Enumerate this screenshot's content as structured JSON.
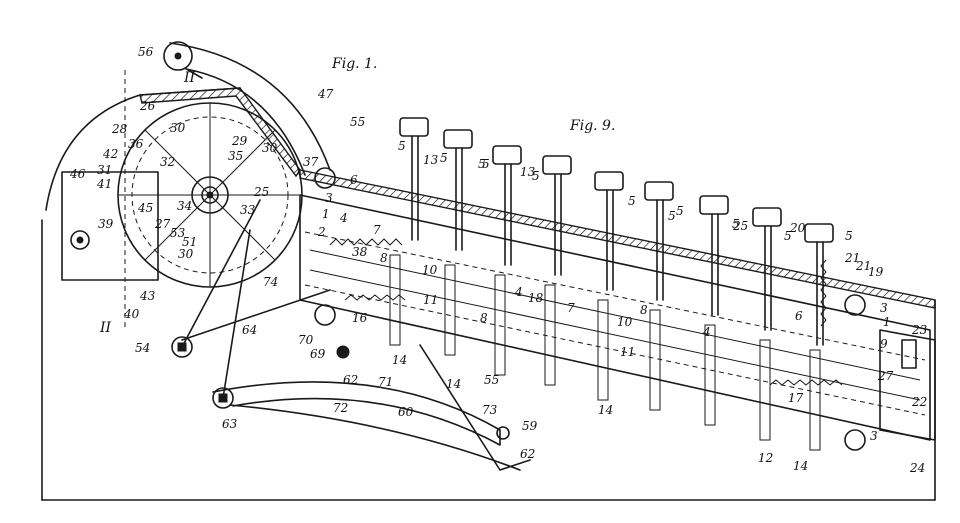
{
  "figure_titles": {
    "fig1": "Fig. 1.",
    "fig9": "Fig. 9."
  },
  "section_marks": {
    "top": "II",
    "bottom": "II"
  },
  "keys": [
    {
      "label": "5"
    },
    {
      "label": "5"
    },
    {
      "label": "5"
    },
    {
      "label": "5"
    },
    {
      "label": "5"
    },
    {
      "label": "5"
    },
    {
      "label": "5"
    },
    {
      "label": "5"
    },
    {
      "label": "5"
    }
  ],
  "reference_numerals": [
    "56",
    "47",
    "55",
    "26",
    "28",
    "30",
    "29",
    "36",
    "42",
    "31",
    "32",
    "35",
    "30",
    "46",
    "41",
    "45",
    "34",
    "25",
    "37",
    "6",
    "13",
    "3",
    "1",
    "2",
    "39",
    "27",
    "53",
    "51",
    "33",
    "30",
    "4",
    "7",
    "8",
    "43",
    "40",
    "74",
    "16",
    "38",
    "10",
    "11",
    "18",
    "13",
    "5",
    "4",
    "8",
    "7",
    "10",
    "64",
    "70",
    "69",
    "14",
    "54",
    "71",
    "62",
    "72",
    "60",
    "63",
    "73",
    "55",
    "59",
    "62",
    "14",
    "11",
    "14",
    "12",
    "17",
    "14",
    "3",
    "24",
    "22",
    "27",
    "9",
    "1",
    "23",
    "19",
    "21",
    "20",
    "25",
    "6",
    "8",
    "4",
    "3",
    "5",
    "21"
  ]
}
